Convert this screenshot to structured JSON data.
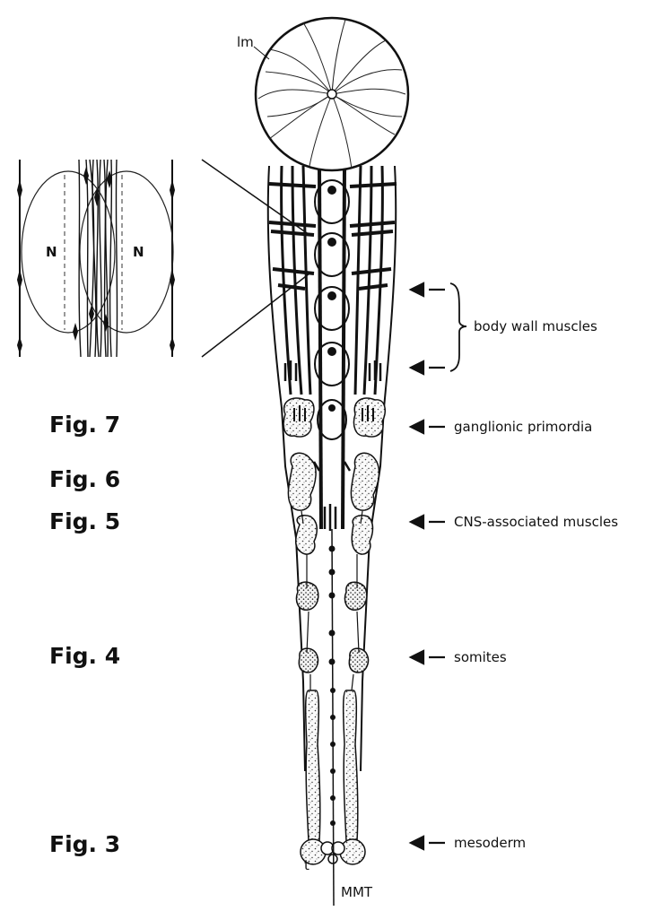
{
  "figure_labels": {
    "fig7": "Fig. 7",
    "fig6": "Fig. 6",
    "fig5": "Fig. 5",
    "fig4": "Fig. 4",
    "fig3": "Fig. 3"
  },
  "region_labels": {
    "body_wall_muscles": "body wall muscles",
    "ganglionic_primordia": "ganglionic primordia",
    "cns_associated_muscles": "CNS-associated muscles",
    "somites": "somites",
    "mesoderm": "mesoderm"
  },
  "structure_labels": {
    "lm": "lm",
    "mmt": "MMT",
    "t": "t",
    "nucleus_left": "N",
    "nucleus_right": "N"
  }
}
